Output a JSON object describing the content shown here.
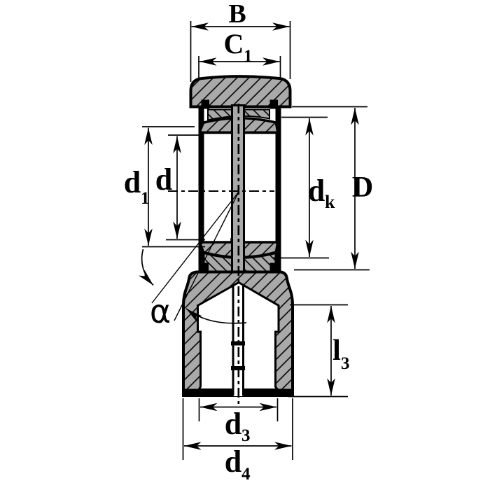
{
  "diagram": {
    "labels": {
      "B": "B",
      "C1_main": "C",
      "C1_sub": "1",
      "d1_main": "d",
      "d1_sub": "1",
      "d": "d",
      "dk_main": "d",
      "dk_sub": "k",
      "D": "D",
      "alpha": "α",
      "l3_main": "l",
      "l3_sub": "3",
      "d3_main": "d",
      "d3_sub": "3",
      "d4_main": "d",
      "d4_sub": "4"
    },
    "colors": {
      "background": "#ffffff",
      "part_fill": "#a9a9a9",
      "line": "#000000"
    }
  }
}
